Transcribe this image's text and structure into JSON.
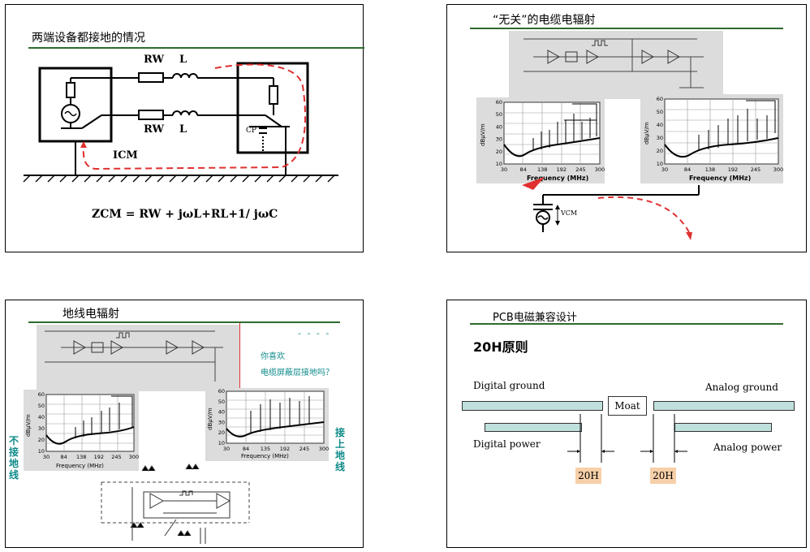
{
  "slide1": {
    "title": "两端设备都接地的情况",
    "rw_top": "RW",
    "l_top": "L",
    "rw_bottom": "RW",
    "l_bottom": "L",
    "icm": "ICM",
    "cp": "CP",
    "formula": "ZCM = RW + jωL+RL+1/ jωC"
  },
  "slide2": {
    "title": "“无关”的电缆电辐射",
    "vcm": "VCM",
    "chart_left": {
      "ylabel": "dBμV/m",
      "xlabel": "Frequency (MHz)",
      "yticks": [
        "60",
        "50",
        "40",
        "30",
        "20",
        "10"
      ],
      "xticks": [
        "30",
        "84",
        "138",
        "192",
        "245",
        "300"
      ]
    },
    "chart_right": {
      "ylabel": "dBμV/m",
      "xlabel": "Frequency (MHz)",
      "yticks": [
        "60",
        "50",
        "40",
        "30",
        "20",
        "10"
      ],
      "xticks": [
        "30",
        "84",
        "138",
        "192",
        "245",
        "300"
      ]
    }
  },
  "slide3": {
    "title": "地线电辐射",
    "question1": "你喜欢",
    "question2": "电缆屏蔽层接地吗？",
    "left_vertical": "不接地线",
    "right_vertical": "接上地线",
    "chart_left": {
      "ylabel": "dBμV/m",
      "xlabel": "Frequency (MHz)",
      "yticks": [
        "60",
        "50",
        "40",
        "30",
        "20",
        "10"
      ],
      "xticks": [
        "30",
        "84",
        "138",
        "192",
        "245",
        "300"
      ]
    },
    "chart_right": {
      "ylabel": "dBμV/m",
      "xlabel": "Frequency (MHz)",
      "yticks": [
        "60",
        "50",
        "40",
        "30",
        "20",
        "10"
      ],
      "xticks": [
        "30",
        "84",
        "135",
        "192",
        "245",
        "300"
      ]
    }
  },
  "slide4": {
    "title": "PCB电磁兼容设计",
    "subtitle": "20H原则",
    "digital_ground": "Digital ground",
    "analog_ground": "Analog ground",
    "moat": "Moat",
    "digital_power": "Digital power",
    "analog_power": "Analog power",
    "h_left": "20H",
    "h_right": "20H"
  },
  "colors": {
    "rule": "#2e6b2e",
    "dashed": "#e03030",
    "teal": "#0f8a8a",
    "plane": "#bfe0dc",
    "label20h": "#f7cfa8"
  }
}
